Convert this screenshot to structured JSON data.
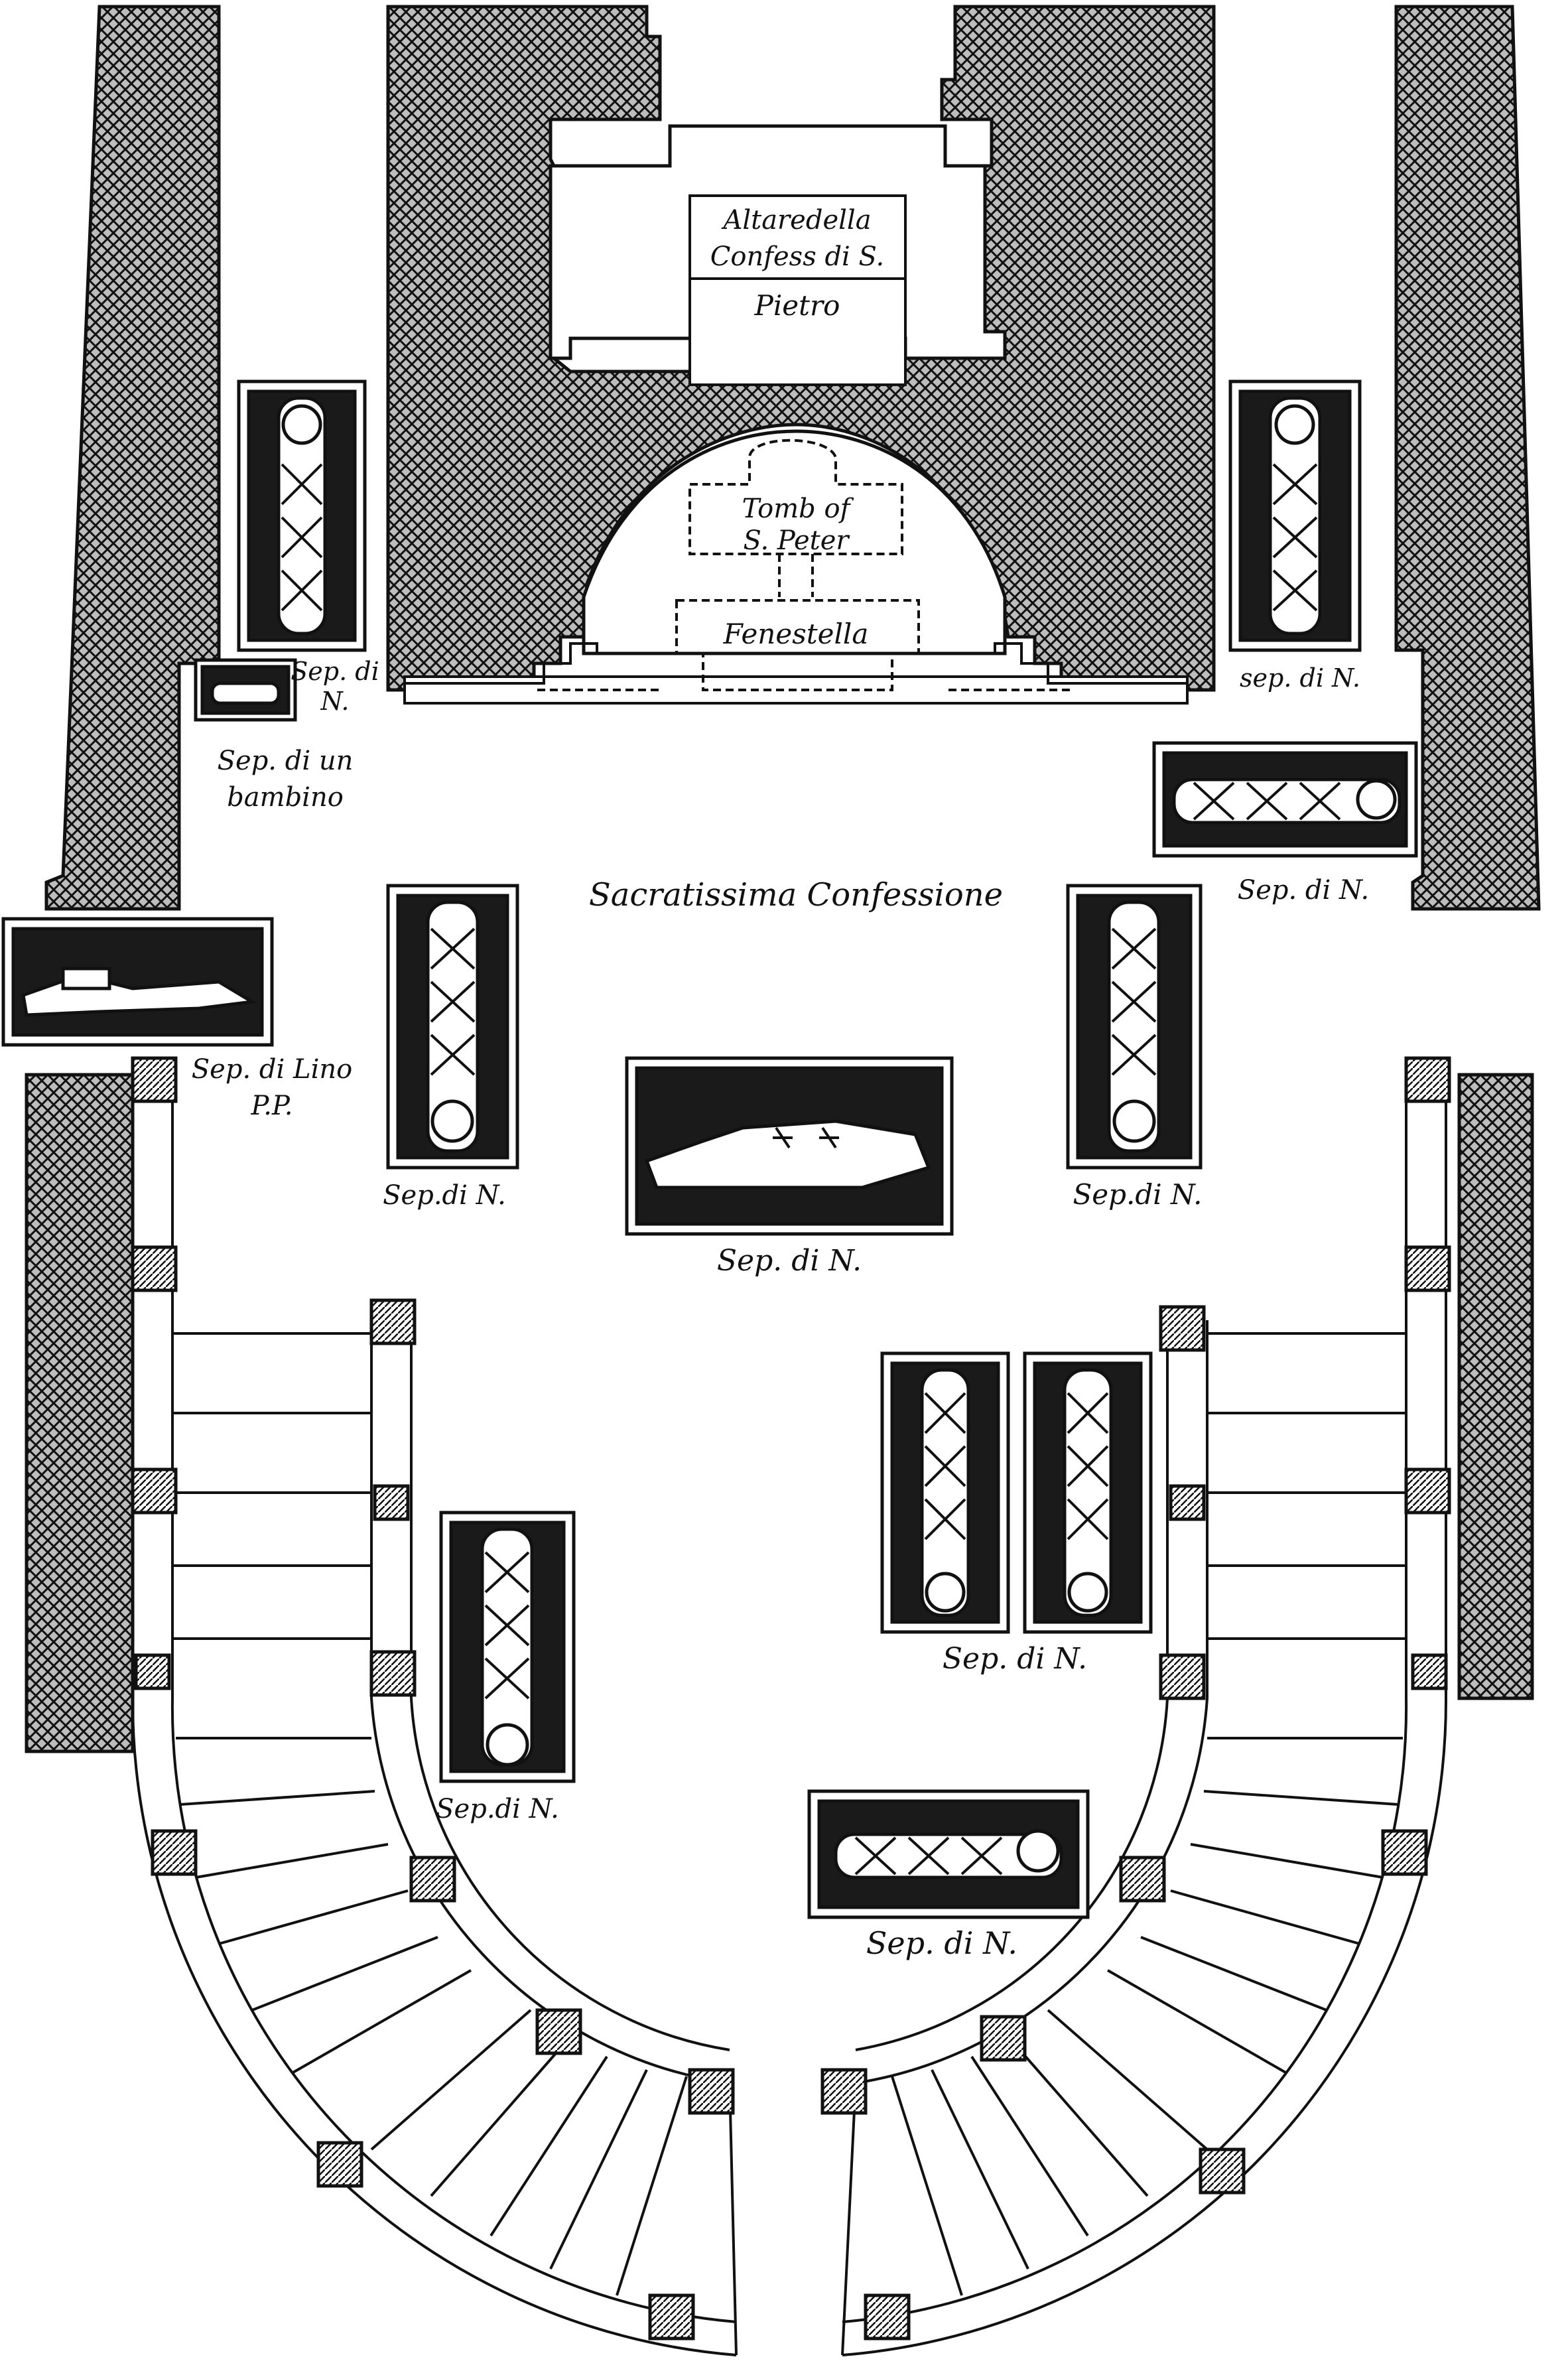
{
  "labels": {
    "altar_line1": "Altaredella",
    "altar_line2": "Confess di S.",
    "altar_line3": "Pietro",
    "tomb_line1": "Tomb of",
    "tomb_line2": "S. Peter",
    "fenestella": "Fenestella",
    "sep_left_top_1": "Sep. di",
    "sep_left_top_2": "N.",
    "bambino_1": "Sep. di un",
    "bambino_2": "bambino",
    "sep_right_top": "sep. di N.",
    "sep_right_horizontal": "Sep. di N.",
    "confessione": "Sacratissima Confessione",
    "lino_1": "Sep. di Lino",
    "lino_2": "P.P.",
    "sep_left_mid": "Sep.di N.",
    "sep_center": "Sep. di N.",
    "sep_right_mid": "Sep.di N.",
    "sep_pair": "Sep. di N.",
    "sep_lower_left": "Sep.di N.",
    "sep_lower_right": "Sep. di N."
  },
  "colors": {
    "ink": "#111111",
    "hatch_bg": "#c8c8c8",
    "paper": "#ffffff"
  }
}
